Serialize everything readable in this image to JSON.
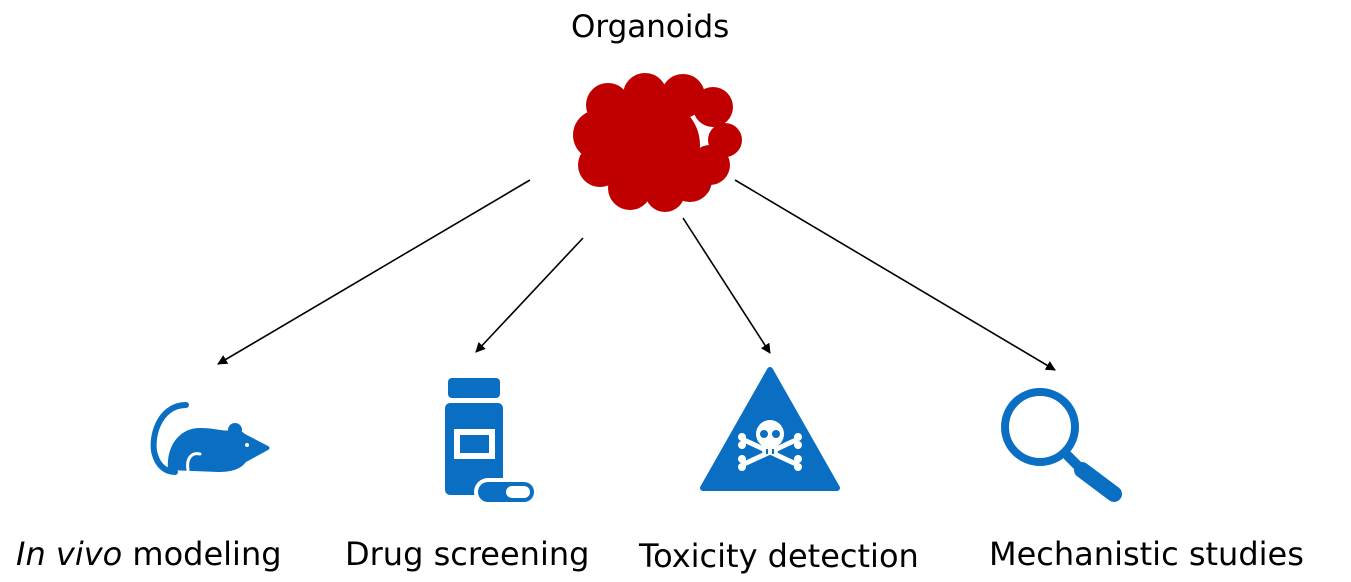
{
  "title": "Organoids",
  "colors": {
    "organoid": "#c00000",
    "icon": "#0a6fc2",
    "arrow": "#000000"
  },
  "applications": [
    {
      "label_italic": "In vivo",
      "label": " modeling",
      "icon": "mouse-icon"
    },
    {
      "label": "Drug screening",
      "icon": "pill-bottle-icon"
    },
    {
      "label": "Toxicity detection",
      "icon": "skull-warning-icon"
    },
    {
      "label": "Mechanistic studies",
      "icon": "magnifying-glass-icon"
    }
  ]
}
